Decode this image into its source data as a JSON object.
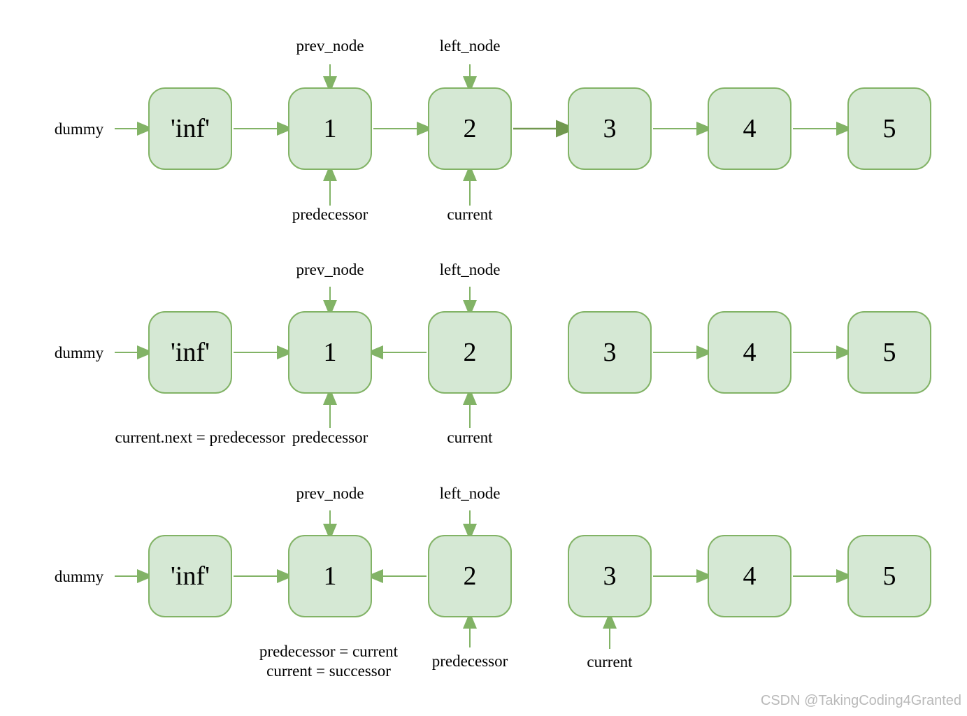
{
  "colors": {
    "background": "#ffffff",
    "node_fill": "#d5e8d4",
    "node_stroke": "#82b366",
    "arrow": "#82b366",
    "arrow_dark": "#71984f",
    "node_text": "#000000",
    "label_text": "#000000",
    "watermark": "#b9b9b9"
  },
  "watermark": "CSDN @TakingCoding4Granted",
  "rows": [
    {
      "name": "step-1-initial",
      "dummy_label": "dummy",
      "nodes": [
        "'inf'",
        "1",
        "2",
        "3",
        "4",
        "5"
      ],
      "top_pointers": {
        "prev_node": "prev_node",
        "left_node": "left_node"
      },
      "bottom_pointers": {
        "predecessor": "predecessor",
        "current": "current"
      }
    },
    {
      "name": "step-2-relink",
      "dummy_label": "dummy",
      "nodes": [
        "'inf'",
        "1",
        "2",
        "3",
        "4",
        "5"
      ],
      "top_pointers": {
        "prev_node": "prev_node",
        "left_node": "left_node"
      },
      "bottom_pointers": {
        "predecessor": "predecessor",
        "current": "current"
      },
      "note": "current.next = predecessor"
    },
    {
      "name": "step-3-advance",
      "dummy_label": "dummy",
      "nodes": [
        "'inf'",
        "1",
        "2",
        "3",
        "4",
        "5"
      ],
      "top_pointers": {
        "prev_node": "prev_node",
        "left_node": "left_node"
      },
      "bottom_pointers": {
        "predecessor": "predecessor",
        "current": "current"
      },
      "note_lines": [
        "predecessor = current",
        "current = successor"
      ]
    }
  ]
}
